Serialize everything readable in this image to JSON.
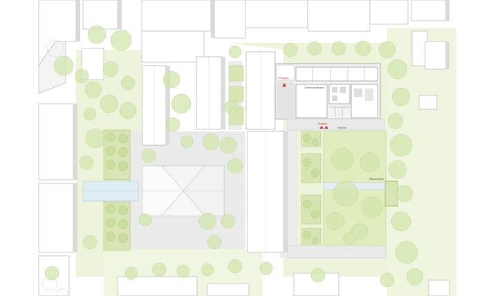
{
  "labels": {
    "entrance_north": "Eingang",
    "hall": "Gemeinschaftsraum",
    "entrance_south": "Eingang",
    "courtyard": "Innenhof",
    "water_basin": "Wasserbecken"
  },
  "colors": {
    "background": "#ffffff",
    "building_fill": "#ffffff",
    "building_stroke": "#bfbfbf",
    "building_shadow": "#d9d9d9",
    "lawn": "#e3edc6",
    "lawn_dark": "#cddfa2",
    "meadow_dots": "#b9d07a",
    "paving": "#e8e8e8",
    "paving_dark": "#d4d4d4",
    "tree_canopy": "#d5e6b0",
    "tree_canopy_alt": "#c4d99a",
    "tree_shadow": "#d2d2d2",
    "water": "#d7ebf5",
    "accent_red": "#d0322a"
  },
  "icons": {
    "entrance_marker": "triangle-icon",
    "north_marker": "triangle-icon"
  }
}
